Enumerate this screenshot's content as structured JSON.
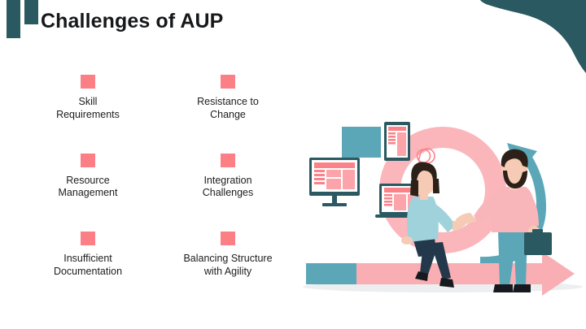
{
  "slide": {
    "title": "Challenges of AUP",
    "background_color": "#ffffff",
    "accent_teal": "#2a5961",
    "accent_pink": "#fc7f86",
    "title_color": "#17181a"
  },
  "decor": {
    "bar_tall_name": "title-accent-bar-tall",
    "bar_short_name": "title-accent-bar-short",
    "corner_blob_name": "corner-blob-shape",
    "corner_blob_color": "#2a5961"
  },
  "bullets": [
    {
      "label": "Skill\nRequirements",
      "marker_color": "#fc7f86"
    },
    {
      "label": "Resistance to\nChange",
      "marker_color": "#fc7f86"
    },
    {
      "label": "Resource\nManagement",
      "marker_color": "#fc7f86"
    },
    {
      "label": "Integration\nChallenges",
      "marker_color": "#fc7f86"
    },
    {
      "label": "Insufficient\nDocumentation",
      "marker_color": "#fc7f86"
    },
    {
      "label": "Balancing Structure\nwith Agility",
      "marker_color": "#fc7f86"
    }
  ],
  "illustration": {
    "name": "agile-teamwork-illustration",
    "colors": {
      "ring_pink": "#fbb6bb",
      "arrow_pink": "#f9aeb4",
      "teal_mid": "#5ba7b8",
      "teal_dark": "#2a5961",
      "screen_pink": "#fb8289",
      "screen_pink_light": "#fca4a9",
      "shirt_blue": "#9fd2da",
      "shirt_pink": "#f9b6ba",
      "pants_navy": "#23384a",
      "pants_teal": "#5ba7b8",
      "skin": "#f6cbb6",
      "hair_dark": "#2b2118",
      "shadow_grey": "#e4e6e8"
    },
    "elements": [
      "cycle-ring",
      "curved-up-arrow",
      "horizontal-progress-arrow",
      "desktop-monitor",
      "tablet-device",
      "laptop-device",
      "teal-panel",
      "lightbulb-icon",
      "woman-sitting",
      "man-standing-with-briefcase"
    ]
  }
}
